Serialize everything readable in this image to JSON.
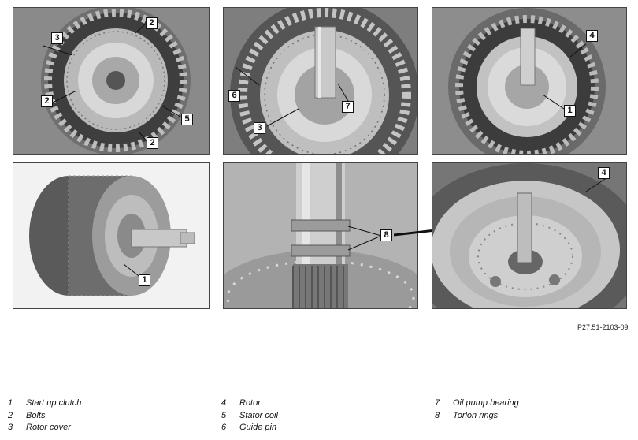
{
  "figure_ref": "P27.51-2103-09",
  "legend": {
    "col1": [
      {
        "num": "1",
        "text": "Start up clutch"
      },
      {
        "num": "2",
        "text": "Bolts"
      },
      {
        "num": "3",
        "text": "Rotor cover"
      }
    ],
    "col2": [
      {
        "num": "4",
        "text": "Rotor"
      },
      {
        "num": "5",
        "text": "Stator coil"
      },
      {
        "num": "6",
        "text": "Guide pin"
      }
    ],
    "col3": [
      {
        "num": "7",
        "text": "Oil pump bearing"
      },
      {
        "num": "8",
        "text": "Torlon rings"
      }
    ]
  },
  "callouts": {
    "p1": [
      "2",
      "3",
      "2",
      "5",
      "2"
    ],
    "p2": [
      "6",
      "3",
      "7"
    ],
    "p3": [
      "4",
      "1"
    ],
    "p4": [
      "1"
    ],
    "p5": [
      "8"
    ],
    "p6": [
      "4"
    ]
  }
}
